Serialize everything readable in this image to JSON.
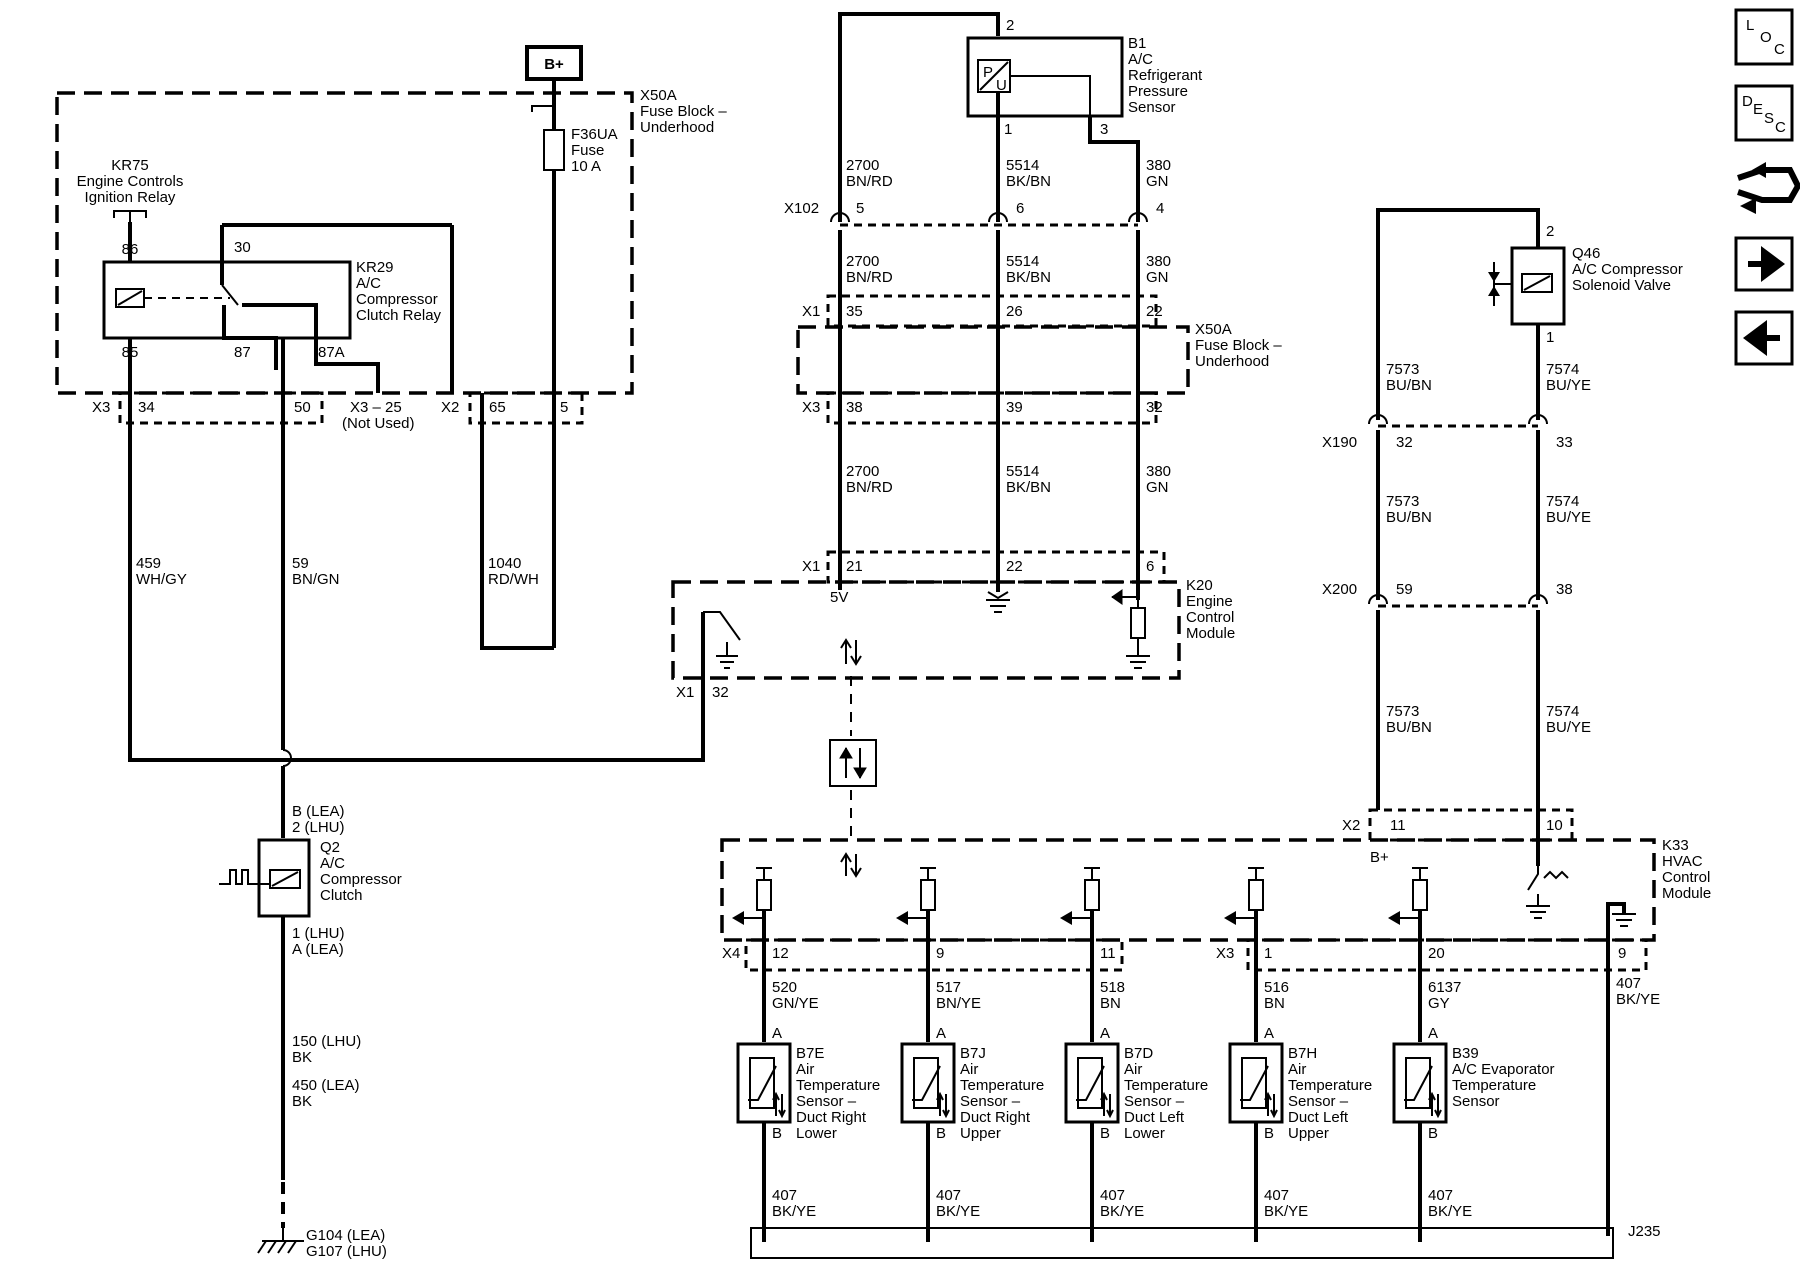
{
  "battery": {
    "label": "B+"
  },
  "fuse_block_top": {
    "id": "X50A",
    "name1": "Fuse Block –",
    "name2": "Underhood"
  },
  "fuse": {
    "id": "F36UA",
    "name": "Fuse",
    "rating": "10 A"
  },
  "ign_relay": {
    "id": "KR75",
    "name1": "Engine Controls",
    "name2": "Ignition Relay"
  },
  "clutch_relay": {
    "id": "KR29",
    "name1": "A/C",
    "name2": "Compressor",
    "name3": "Clutch Relay",
    "p86": "86",
    "p85": "85",
    "p30": "30",
    "p87": "87",
    "p87a": "87A"
  },
  "x3_left": {
    "conn": "X3",
    "pin34": "34",
    "pin50": "50",
    "x3_25": "X3 – 25",
    "not_used": "(Not Used)",
    "x2": "X2",
    "pin65": "65",
    "pin5": "5"
  },
  "wires_left": {
    "w459": "459",
    "c459": "WH/GY",
    "w59": "59",
    "c59": "BN/GN",
    "w1040": "1040",
    "c1040": "RD/WH"
  },
  "pressure_sensor": {
    "id": "B1",
    "name1": "A/C",
    "name2": "Refrigerant",
    "name3": "Pressure",
    "name4": "Sensor",
    "p2": "2",
    "p1": "1",
    "p3": "3",
    "glyph_p": "P",
    "glyph_u": "U"
  },
  "wires_mid": {
    "w2700": "2700",
    "c2700": "BN/RD",
    "w5514": "5514",
    "c5514": "BK/BN",
    "w380": "380",
    "c380": "GN"
  },
  "x102": {
    "conn": "X102",
    "p5": "5",
    "p6": "6",
    "p4": "4"
  },
  "x1_fb": {
    "conn": "X1",
    "p35": "35",
    "p26": "26",
    "p22": "22"
  },
  "fuse_block_mid": {
    "id": "X50A",
    "name1": "Fuse Block –",
    "name2": "Underhood"
  },
  "x3_fb": {
    "conn": "X3",
    "p38": "38",
    "p39": "39",
    "p32": "32"
  },
  "ecm": {
    "id": "K20",
    "name1": "Engine",
    "name2": "Control",
    "name3": "Module",
    "x1": "X1",
    "p21": "21",
    "p22": "22",
    "p6": "6",
    "v5": "5V",
    "x1b": "X1",
    "p32": "32"
  },
  "compressor_clutch": {
    "id": "Q2",
    "name1": "A/C",
    "name2": "Compressor",
    "name3": "Clutch",
    "top1": "B (LEA)",
    "top2": "2 (LHU)",
    "bot1": "1 (LHU)",
    "bot2": "A (LEA)"
  },
  "ground_wire": {
    "w1": "150 (LHU)",
    "c1": "BK",
    "w2": "450 (LEA)",
    "c2": "BK",
    "g1": "G104 (LEA)",
    "g2": "G107 (LHU)"
  },
  "solenoid": {
    "id": "Q46",
    "name1": "A/C Compressor",
    "name2": "Solenoid Valve",
    "p2": "2",
    "p1": "1"
  },
  "wires_right": {
    "w7573": "7573",
    "c7573": "BU/BN",
    "w7574": "7574",
    "c7574": "BU/YE"
  },
  "x190": {
    "conn": "X190",
    "p32": "32",
    "p33": "33"
  },
  "x200": {
    "conn": "X200",
    "p59": "59",
    "p38": "38"
  },
  "hvac": {
    "id": "K33",
    "name1": "HVAC",
    "name2": "Control",
    "name3": "Module",
    "x2": "X2",
    "p11": "11",
    "p10": "10",
    "bplus": "B+",
    "x4": "X4",
    "p12": "12",
    "p9a": "9",
    "p11b": "11",
    "x3": "X3",
    "p1": "1",
    "p20": "20",
    "p9b": "9"
  },
  "sensors": [
    {
      "wire": "520",
      "color": "GN/YE",
      "pin_a": "A",
      "pin_b": "B",
      "id": "B7E",
      "l1": "Air",
      "l2": "Temperature",
      "l3": "Sensor –",
      "l4": "Duct Right",
      "l5": "Lower",
      "gw": "407",
      "gc": "BK/YE"
    },
    {
      "wire": "517",
      "color": "BN/YE",
      "pin_a": "A",
      "pin_b": "B",
      "id": "B7J",
      "l1": "Air",
      "l2": "Temperature",
      "l3": "Sensor –",
      "l4": "Duct Right",
      "l5": "Upper",
      "gw": "407",
      "gc": "BK/YE"
    },
    {
      "wire": "518",
      "color": "BN",
      "pin_a": "A",
      "pin_b": "B",
      "id": "B7D",
      "l1": "Air",
      "l2": "Temperature",
      "l3": "Sensor –",
      "l4": "Duct Left",
      "l5": "Lower",
      "gw": "407",
      "gc": "BK/YE"
    },
    {
      "wire": "516",
      "color": "BN",
      "pin_a": "A",
      "pin_b": "B",
      "id": "B7H",
      "l1": "Air",
      "l2": "Temperature",
      "l3": "Sensor –",
      "l4": "Duct Left",
      "l5": "Upper",
      "gw": "407",
      "gc": "BK/YE"
    },
    {
      "wire": "6137",
      "color": "GY",
      "pin_a": "A",
      "pin_b": "B",
      "id": "B39",
      "l1": "A/C Evaporator",
      "l2": "Temperature",
      "l3": "Sensor",
      "l4": "",
      "l5": "",
      "gw": "",
      "gc": ""
    }
  ],
  "hvac_ground": {
    "w": "407",
    "c": "BK/YE"
  },
  "sensor5_ground": {
    "w": "407",
    "c": "BK/YE"
  },
  "splice": {
    "id": "J235"
  },
  "nav": [
    {
      "name": "loc-button",
      "l1": "L",
      "l2": "O",
      "l3": "C"
    },
    {
      "name": "desc-button",
      "l1": "D",
      "l2": "E",
      "l3": "S",
      "l4": "C"
    },
    {
      "name": "connector-end-view-button",
      "icon": "connector-icon"
    },
    {
      "name": "next-page-button",
      "icon": "arrow-right-icon"
    },
    {
      "name": "previous-page-button",
      "icon": "arrow-left-icon"
    }
  ]
}
